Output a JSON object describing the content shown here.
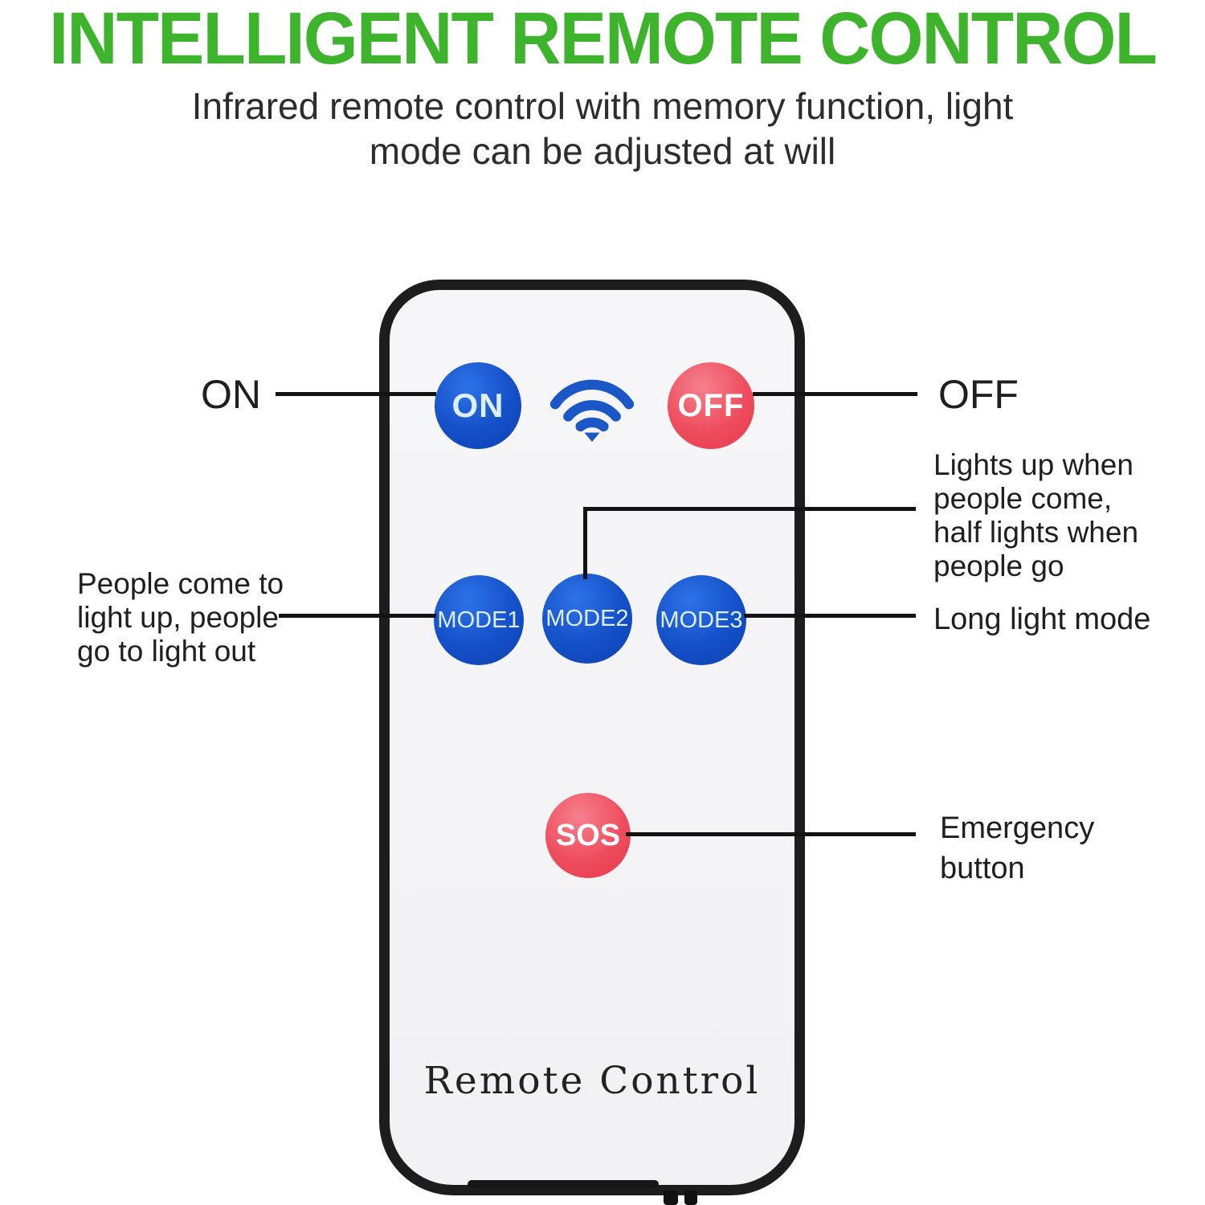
{
  "header": {
    "title": "INTELLIGENT REMOTE CONTROL",
    "subtitle_lines": [
      "Infrared remote control with memory function, light",
      "mode can be adjusted at will"
    ]
  },
  "remote": {
    "buttons": {
      "on": "ON",
      "off": "OFF",
      "mode1": "MODE1",
      "mode2": "MODE2",
      "mode3": "MODE3",
      "sos": "SOS"
    },
    "wifi_icon": "wifi-icon",
    "brand": "Remote Control"
  },
  "callouts": {
    "on": "ON",
    "off": "OFF",
    "mode2_lines": [
      "Lights up when",
      "people come,",
      "half lights when",
      "people go"
    ],
    "mode1_lines": [
      "People come to",
      "light up, people",
      "go to light out"
    ],
    "mode3": "Long light mode",
    "sos_lines": [
      "Emergency",
      "button"
    ]
  },
  "colors": {
    "title_green": "#3eb32c",
    "button_blue": "#1450c8",
    "button_red": "#ee4d5e",
    "wifi_blue": "#1c57c8",
    "line_black": "#131313",
    "remote_face": "#f4f4f6",
    "remote_border": "#1d1d1d",
    "text_dark": "#2d2d2d"
  }
}
